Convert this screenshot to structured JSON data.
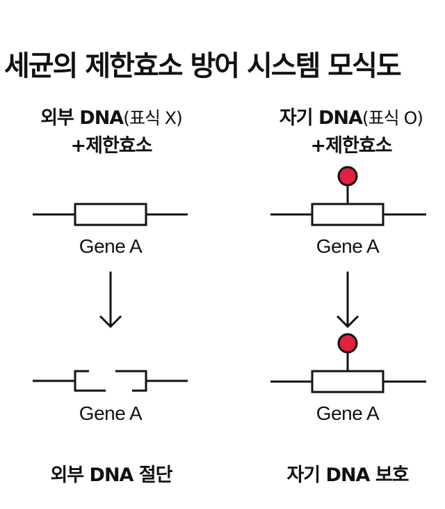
{
  "title": "세균의 제한효소 방어 시스템 모식도",
  "left": {
    "heading_bold": "외부 DNA",
    "heading_paren": "(표식 X)",
    "heading_line2": "+제한효소",
    "gene_top": "Gene A",
    "gene_bottom": "Gene A",
    "result": "외부 DNA 절단"
  },
  "right": {
    "heading_bold": "자기 DNA",
    "heading_paren": "(표식 O)",
    "heading_line2": "+제한효소",
    "gene_top": "Gene A",
    "gene_bottom": "Gene A",
    "result": "자기 DNA 보호"
  },
  "colors": {
    "ink": "#111111",
    "marker": "#e0213f"
  }
}
